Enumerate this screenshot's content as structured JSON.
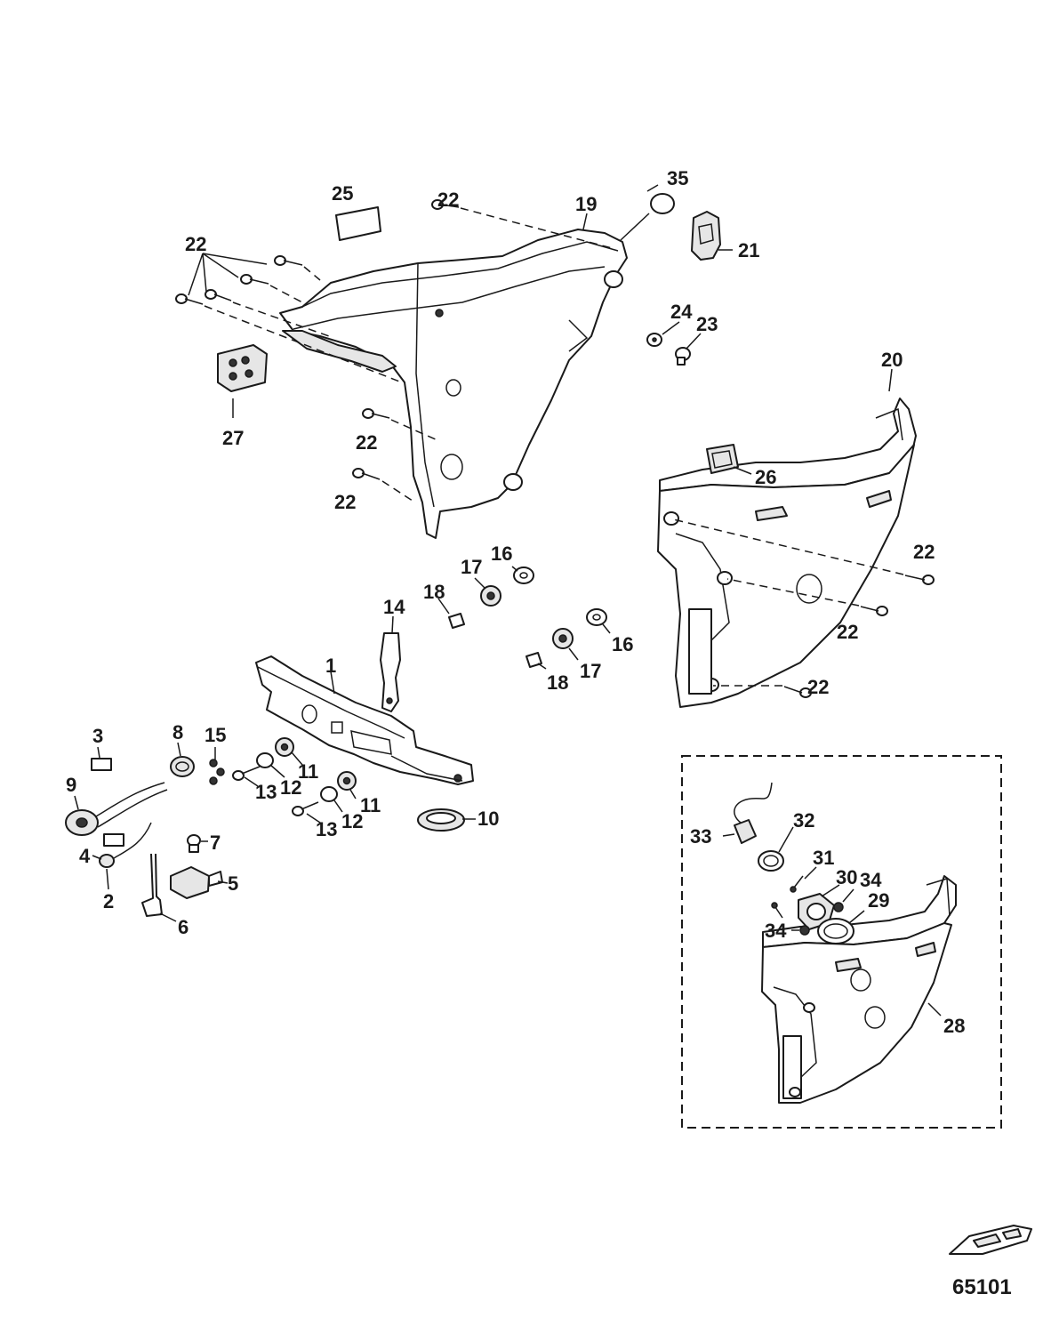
{
  "figure_id": "65101",
  "callouts": {
    "c1": "1",
    "c2": "2",
    "c3": "3",
    "c4": "4",
    "c5": "5",
    "c6": "6",
    "c7": "7",
    "c8": "8",
    "c9": "9",
    "c10": "10",
    "c11a": "11",
    "c11b": "11",
    "c12a": "12",
    "c12b": "12",
    "c13a": "13",
    "c13b": "13",
    "c14": "14",
    "c15": "15",
    "c16a": "16",
    "c16b": "16",
    "c17a": "17",
    "c17b": "17",
    "c18a": "18",
    "c18b": "18",
    "c19": "19",
    "c20": "20",
    "c21": "21",
    "c22a": "22",
    "c22b": "22",
    "c22c": "22",
    "c22d": "22",
    "c22e": "22",
    "c22f": "22",
    "c22g": "22",
    "c23": "23",
    "c24": "24",
    "c25": "25",
    "c26": "26",
    "c27": "27",
    "c28": "28",
    "c29": "29",
    "c30": "30",
    "c31": "31",
    "c32": "32",
    "c33": "33",
    "c34a": "34",
    "c34b": "34",
    "c35": "35"
  }
}
